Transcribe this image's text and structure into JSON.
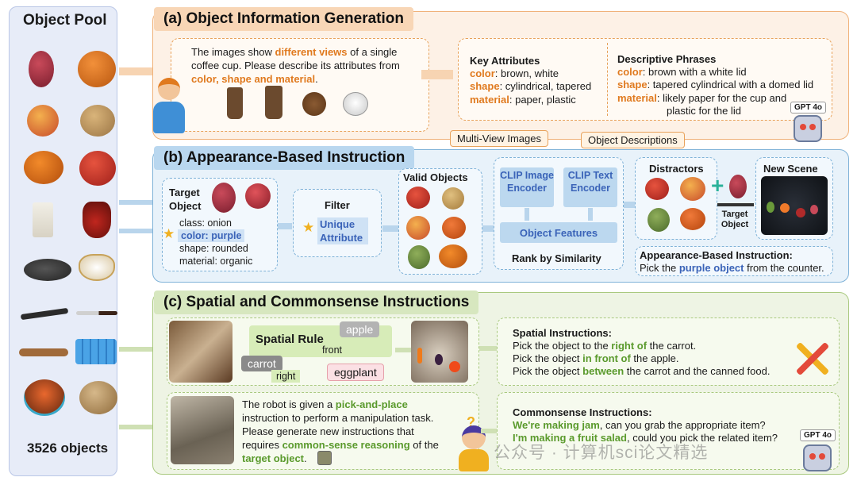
{
  "pool": {
    "title": "Object Pool",
    "count": "3526 objects"
  },
  "section_a": {
    "title": "(a) Object Information Generation",
    "prompt_pre": "The images show ",
    "prompt_hl1": "different views",
    "prompt_mid": " of a single coffee cup. Please describe its attributes from ",
    "prompt_hl2": "color, shape and material",
    "prompt_end": ".",
    "key_attr_title": "Key Attributes",
    "key_color_label": "color",
    "key_color_value": ": brown, white",
    "key_shape_label": "shape",
    "key_shape_value": ": cylindrical, tapered",
    "key_material_label": "material",
    "key_material_value": ": paper, plastic",
    "desc_title": "Descriptive Phrases",
    "desc_color_label": "color",
    "desc_color_value": ": brown with a white lid",
    "desc_shape_label": "shape",
    "desc_shape_value": ": tapered cylindrical with a domed lid",
    "desc_material_label": "material",
    "desc_material_value": ": likely paper for the cup and",
    "desc_material_value2": "plastic for the lid",
    "gpt_label": "GPT 4o",
    "multi_view_tag": "Multi-View Images",
    "obj_desc_tag": "Object Descriptions"
  },
  "section_b": {
    "title": "(b) Appearance-Based Instruction",
    "target_title": "Target Object",
    "class_line": "class: onion",
    "color_line": "color: purple",
    "shape_line": "shape: rounded",
    "material_line": "material: organic",
    "filter_title": "Filter",
    "filter_item": "Unique Attribute",
    "valid_title": "Valid Objects",
    "clip_image": "CLIP Image Encoder",
    "clip_text": "CLIP Text Encoder",
    "features": "Object Features",
    "rank": "Rank by Similarity",
    "distractors": "Distractors",
    "target_object": "Target Object",
    "new_scene": "New Scene",
    "instr_title": "Appearance-Based Instruction:",
    "instr_pre": "Pick the ",
    "instr_hl": "purple object",
    "instr_end": " from the counter."
  },
  "section_c": {
    "title": "(c) Spatial and Commonsense Instructions",
    "spatial_rule": "Spatial Rule",
    "apple": "apple",
    "front": "front",
    "carrot": "carrot",
    "right": "right",
    "eggplant": "eggplant",
    "spatial_title": "Spatial Instructions:",
    "sp1_pre": "Pick the object to the ",
    "sp1_hl": "right of",
    "sp1_end": " the carrot.",
    "sp2_pre": "Pick the object ",
    "sp2_hl": "in front of",
    "sp2_end": " the apple.",
    "sp3_pre": "Pick the object ",
    "sp3_hl": "between",
    "sp3_end": " the carrot and the canned food.",
    "cs_prompt1": "The robot is given a ",
    "cs_hl1": "pick-and-place",
    "cs_prompt2": " instruction to perform a manipulation task. Please generate new instructions that requires ",
    "cs_hl2": "common-sense reasoning",
    "cs_prompt3": " of the ",
    "cs_hl3": "target object",
    "cs_prompt4": ".",
    "cs_title": "Commonsense Instructions:",
    "cs1_hl": "We're making jam",
    "cs1_end": ", can you grab the appropriate item?",
    "cs2_hl": "I'm making a fruit salad",
    "cs2_end": ", could you pick the related item?",
    "gpt_label": "GPT 4o",
    "watermark": "公众号 · 计算机sci论文精选"
  },
  "colors": {
    "pool_bg": "#e7ecf8",
    "a_bg": "#fdf1e6",
    "a_border": "#f0b27a",
    "b_bg": "#e8f2fa",
    "b_border": "#7fb2d8",
    "c_bg": "#eef4e4",
    "c_border": "#a9c97f"
  }
}
